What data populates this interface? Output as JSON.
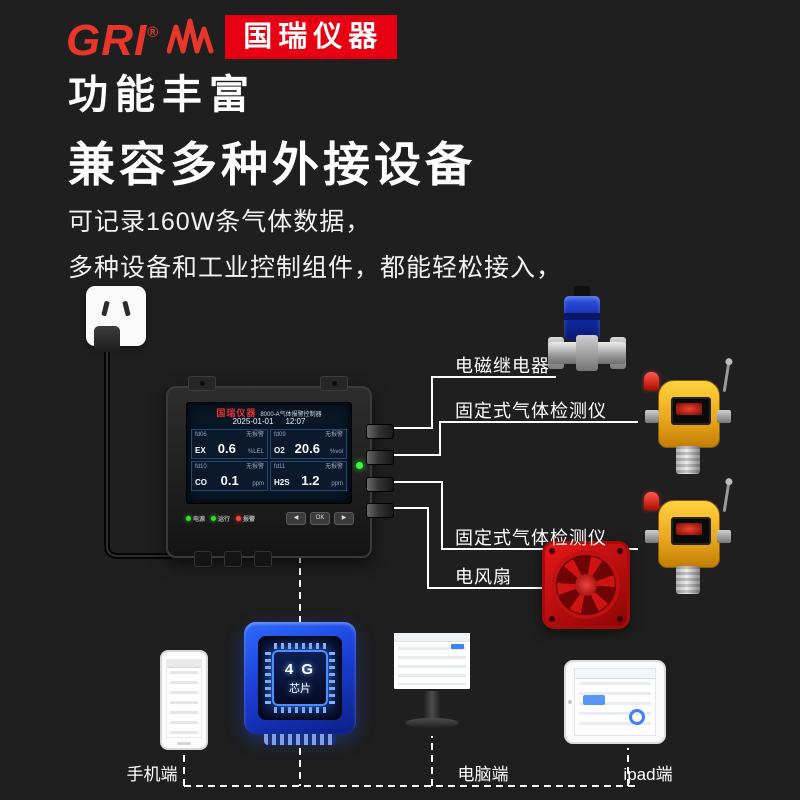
{
  "colors": {
    "background": "#1f1f1f",
    "brand_red": "#e60012",
    "logo_red": "#e8362a",
    "line_white": "#ffffff",
    "screen_bg": "#081625",
    "led_green": "#35e02a",
    "alarm_red": "#ff4136",
    "detector_yellow": "#eead1a",
    "fan_red": "#d41212",
    "valve_blue": "#2443d8",
    "chip_blue": "#1e4fe0"
  },
  "header": {
    "logo_text": "GRI",
    "registered_mark": "®",
    "logo_badge": "国瑞仪器"
  },
  "headings": {
    "title_line1": "功能丰富",
    "title_line2": "兼容多种外接设备",
    "subtitle_line1": "可记录160W条气体数据，",
    "subtitle_line2": "多种设备和工业控制组件，都能轻松接入，"
  },
  "controller": {
    "screen_brand": "国瑞仪器",
    "screen_model": "8000-A气体报警控制器",
    "date": "2025-01-01",
    "time": "12:07",
    "channels": [
      {
        "id": "fd06",
        "status": "无报警",
        "gas": "EX",
        "value": "0.6",
        "unit": "%LEL"
      },
      {
        "id": "fd09",
        "status": "无报警",
        "gas": "O2",
        "value": "20.6",
        "unit": "%vol"
      },
      {
        "id": "fd10",
        "status": "无报警",
        "gas": "CO",
        "value": "0.1",
        "unit": "ppm"
      },
      {
        "id": "fd11",
        "status": "无报警",
        "gas": "H2S",
        "value": "1.2",
        "unit": "ppm"
      }
    ],
    "leds": [
      {
        "label": "电源"
      },
      {
        "label": "运行"
      },
      {
        "label": "报警"
      }
    ],
    "buttons": [
      "◀",
      "OK",
      "▶"
    ]
  },
  "peripherals": [
    {
      "label": "电磁继电器"
    },
    {
      "label": "固定式气体检测仪"
    },
    {
      "label": "固定式气体检测仪"
    },
    {
      "label": "电风扇"
    }
  ],
  "chip": {
    "line1": "4 G",
    "line2": "芯片"
  },
  "terminals": [
    {
      "label": "手机端"
    },
    {
      "label": "电脑端"
    },
    {
      "label": "ipad端"
    }
  ]
}
